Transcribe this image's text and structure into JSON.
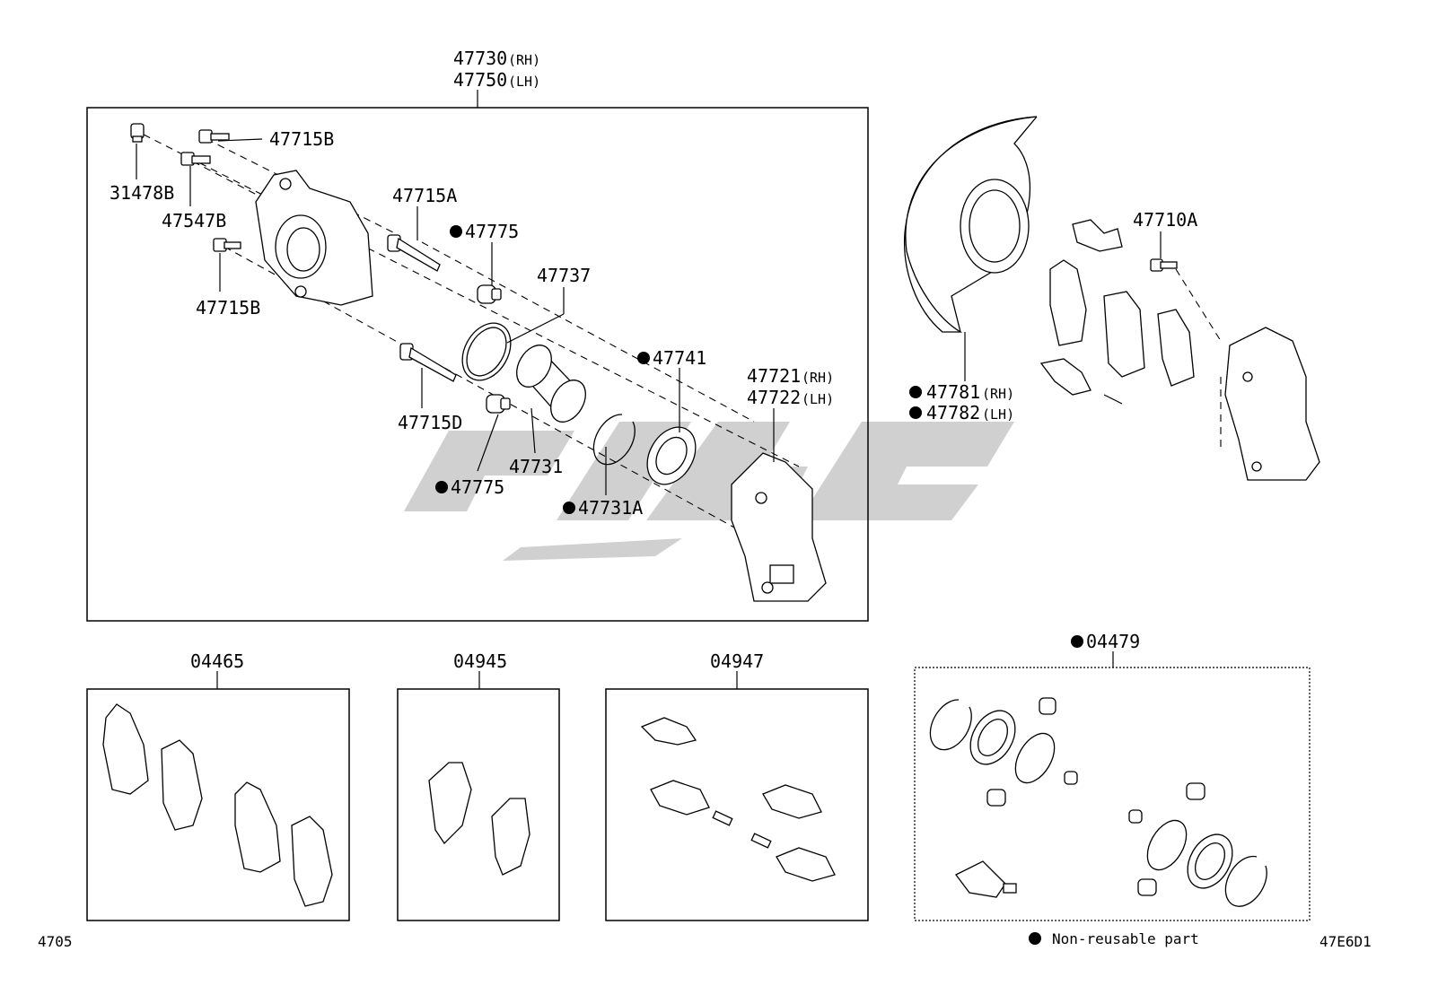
{
  "labels": {
    "assy_rh": "47730",
    "assy_rh_suffix": "(RH)",
    "assy_lh": "47750",
    "assy_lh_suffix": "(LH)",
    "p31478B": "31478B",
    "p47547B": "47547B",
    "p47715B_top": "47715B",
    "p47715B_mid": "47715B",
    "p47715A": "47715A",
    "p47775_top": "47775",
    "p47737": "47737",
    "p47741": "47741",
    "p47721": "47721",
    "p47721_suffix": "(RH)",
    "p47722": "47722",
    "p47722_suffix": "(LH)",
    "p47715D": "47715D",
    "p47731": "47731",
    "p47775_bot": "47775",
    "p47731A": "47731A",
    "p47710A": "47710A",
    "p47781": "47781",
    "p47781_suffix": "(RH)",
    "p47782": "47782",
    "p47782_suffix": "(LH)",
    "p04465": "04465",
    "p04945": "04945",
    "p04947": "04947",
    "p04479": "04479"
  },
  "footer": {
    "left_code": "4705",
    "legend_text": "Non-reusable part",
    "right_code": "47E6D1"
  }
}
